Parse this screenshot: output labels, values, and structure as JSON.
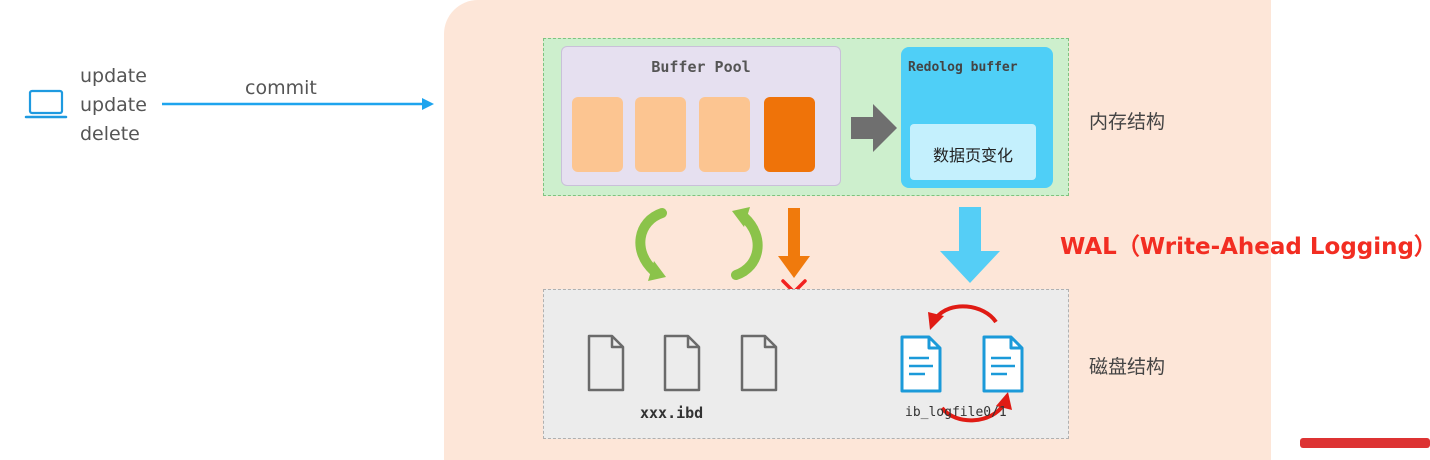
{
  "client": {
    "operations": [
      "update",
      "update",
      "delete"
    ],
    "commit_label": "commit"
  },
  "memory": {
    "buffer_pool_title": "Buffer Pool",
    "redolog_buffer_title": "Redolog buffer",
    "data_page_change": "数据页变化",
    "label": "内存结构"
  },
  "disk": {
    "ibd_label": "xxx.ibd",
    "logfile_label": "ib_logfile0/1",
    "label": "磁盘结构"
  },
  "wal_label": "WAL（Write-Ahead Logging）",
  "colors": {
    "panel_bg": "#fde6d8",
    "memory_bg": "#cdefcd",
    "buffer_pool_bg": "#e6e0f0",
    "clean_page": "#fcc591",
    "dirty_page": "#ef7309",
    "redolog_bg": "#4fcff7",
    "disk_bg": "#ececec",
    "wal_text": "#f22d22",
    "sync_arrow": "#8bc34a"
  }
}
